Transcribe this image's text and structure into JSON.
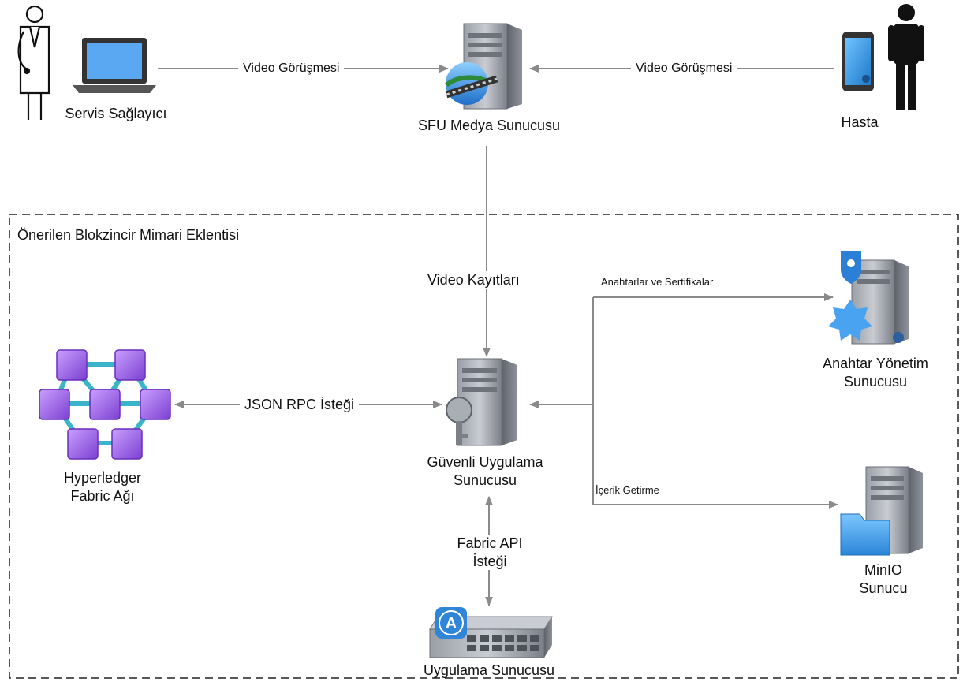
{
  "actors": {
    "provider_label": "Servis Sağlayıcı",
    "patient_label": "Hasta"
  },
  "servers": {
    "sfu_label": "SFU Medya Sunucusu",
    "secure_app_label": "Güvenli Uygulama\nSunucusu",
    "key_mgmt_label": "Anahtar Yönetim\nSunucusu",
    "minio_label": "MinIO\nSunucu",
    "app_server_label": "Uygulama Sunucusu"
  },
  "network": {
    "fabric_label": "Hyperledger\nFabric Ağı"
  },
  "edges": {
    "video_call_left": "Video Görüşmesi",
    "video_call_right": "Video Görüşmesi",
    "video_records": "Video Kayıtları",
    "json_rpc": "JSON RPC İsteği",
    "fabric_api": "Fabric API\nİsteği",
    "keys_certs": "Anahtarlar ve Sertifikalar",
    "content_fetch": "İçerik Getirme"
  },
  "boundary": {
    "title": "Önerilen Blokzincir Mimari Eklentisi"
  }
}
